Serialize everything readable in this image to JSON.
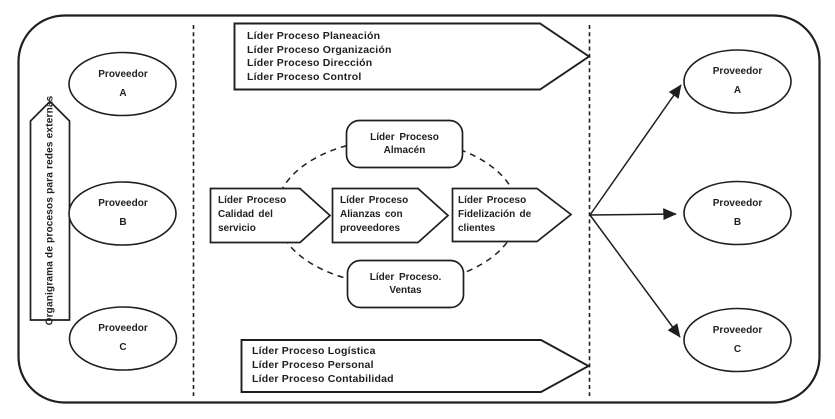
{
  "colors": {
    "ink": "#1f1f1f",
    "background": "#ffffff"
  },
  "side_label": "Organigrama de procesos para redes externas",
  "left_providers": [
    {
      "name": "Proveedor",
      "letter": "A"
    },
    {
      "name": "Proveedor",
      "letter": "B"
    },
    {
      "name": "Proveedor",
      "letter": "C"
    }
  ],
  "right_providers": [
    {
      "name": "Proveedor",
      "letter": "A"
    },
    {
      "name": "Proveedor",
      "letter": "B"
    },
    {
      "name": "Proveedor",
      "letter": "C"
    }
  ],
  "top_banner": {
    "lines": [
      "Líder Proceso Planeación",
      "Líder Proceso Organización",
      "Líder Proceso Dirección",
      "Líder Proceso Control"
    ]
  },
  "bottom_banner": {
    "lines": [
      "Líder Proceso Logística",
      "Líder Proceso Personal",
      "Líder Proceso Contabilidad"
    ]
  },
  "process_cycle": {
    "almacen": {
      "line1": "Líder Proceso",
      "line2": "Almacén"
    },
    "ventas": {
      "line1": "Líder Proceso.",
      "line2": "Ventas"
    },
    "calidad": {
      "line1": "Líder Proceso",
      "line2": "Calidad del",
      "line3": "servicio"
    },
    "alianzas": {
      "line1": "Líder Proceso",
      "line2": "Alianzas con",
      "line3": "proveedores"
    },
    "fidelizacion": {
      "line1": "Líder Proceso",
      "line2": "Fidelización de",
      "line3": "clientes"
    }
  }
}
